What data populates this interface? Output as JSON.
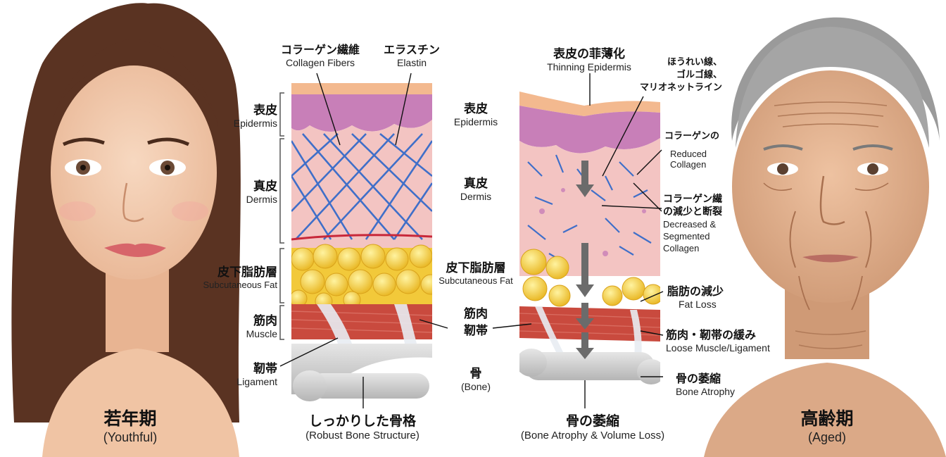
{
  "left_face": {
    "jp": "若年期",
    "en": "(Youthful)"
  },
  "right_face": {
    "jp": "高齢期",
    "en": "(Aged)"
  },
  "young_top": {
    "collagen": {
      "jp": "コラーゲン繊維",
      "en": "Collagen Fibers"
    },
    "elastin": {
      "jp": "エラスチン",
      "en": "Elastin"
    }
  },
  "young_left": {
    "epidermis": {
      "jp": "表皮",
      "en": "Epidermis"
    },
    "dermis": {
      "jp": "真皮",
      "en": "Dermis"
    },
    "fat": {
      "jp": "皮下脂肪層",
      "en": "Subcutaneous Fat"
    },
    "muscle": {
      "jp": "筋肉",
      "en": "Muscle"
    },
    "ligament": {
      "jp": "靭帯",
      "en": "Ligament"
    }
  },
  "young_bottom": {
    "jp": "しっかりした骨格",
    "en": "(Robust Bone Structure)"
  },
  "center": {
    "epidermis": {
      "jp": "表皮",
      "en": "Epidermis"
    },
    "dermis": {
      "jp": "真皮",
      "en": "Dermis"
    },
    "fat": {
      "jp": "皮下脂肪層",
      "en": "Subcutaneous Fat"
    },
    "muscle_jp": "筋肉",
    "ligament_jp": "靭帯",
    "bone": {
      "jp": "骨",
      "en": "(Bone)"
    }
  },
  "aged_top": {
    "jp": "表皮の菲薄化",
    "en": "Thinning Epidermis"
  },
  "aged_right": {
    "wrinkles": [
      "ほうれい線、",
      "ゴルゴ線、",
      "マリオネットライン"
    ],
    "collagen_reduced": {
      "jp": "コラーゲンの",
      "en1": "Reduced",
      "en2": "Collagen"
    },
    "collagen_segmented": {
      "jp1": "コラーゲン繊",
      "jp2": "の減少と断裂",
      "en1": "Decreased &",
      "en2": "Segmented",
      "en3": "Collagen"
    },
    "fat_loss": {
      "jp": "脂肪の減少",
      "en": "Fat Loss"
    },
    "loose": {
      "jp": "筋肉・靭帯の緩み",
      "en": "Loose Muscle/Ligament"
    },
    "bone_atrophy": {
      "jp": "骨の萎縮",
      "en": "Bone Atrophy"
    }
  },
  "aged_bottom": {
    "jp": "骨の萎縮",
    "en": "(Bone Atrophy & Volume Loss)"
  },
  "colors": {
    "epidermis": "#c87fb8",
    "dermis": "#f3c4c2",
    "collagen": "#3f6fc9",
    "fat": "#f2c93a",
    "muscle": "#c94a3e",
    "bone": "#cfcfcf",
    "skin_young": "#f1c7a8",
    "skin_aged": "#e2b08c",
    "hair_young": "#5a3322",
    "hair_aged": "#9a9a9a"
  }
}
